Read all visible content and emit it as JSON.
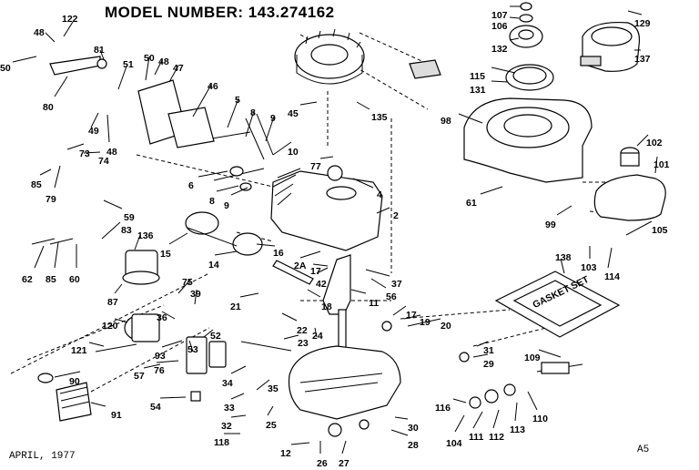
{
  "title": "MODEL NUMBER:  143.274162",
  "footer": {
    "date": "APRIL, 1977",
    "page": "A5"
  },
  "gasket_text": "GASKET SET",
  "labels": [
    "122",
    "48",
    "81",
    "50",
    "48",
    "47",
    "51",
    "50",
    "80",
    "46",
    "5",
    "8",
    "9",
    "49",
    "48",
    "45",
    "135",
    "10",
    "73",
    "74",
    "85",
    "79",
    "6",
    "8",
    "9",
    "77",
    "4",
    "2",
    "59",
    "83",
    "136",
    "62",
    "85",
    "60",
    "15",
    "14",
    "16",
    "2A",
    "17",
    "42",
    "37",
    "56",
    "87",
    "75",
    "39",
    "21",
    "18",
    "11",
    "17",
    "19",
    "20",
    "120",
    "36",
    "22",
    "52",
    "24",
    "93",
    "121",
    "23",
    "53",
    "76",
    "57",
    "90",
    "34",
    "54",
    "35",
    "33",
    "91",
    "25",
    "32",
    "118",
    "30",
    "12",
    "26",
    "27",
    "28",
    "107",
    "106",
    "129",
    "132",
    "137",
    "115",
    "131",
    "98",
    "102",
    "101",
    "61",
    "99",
    "105",
    "103",
    "114",
    "138",
    "31",
    "29",
    "109",
    "116",
    "104",
    "111",
    "112",
    "113",
    "110"
  ]
}
